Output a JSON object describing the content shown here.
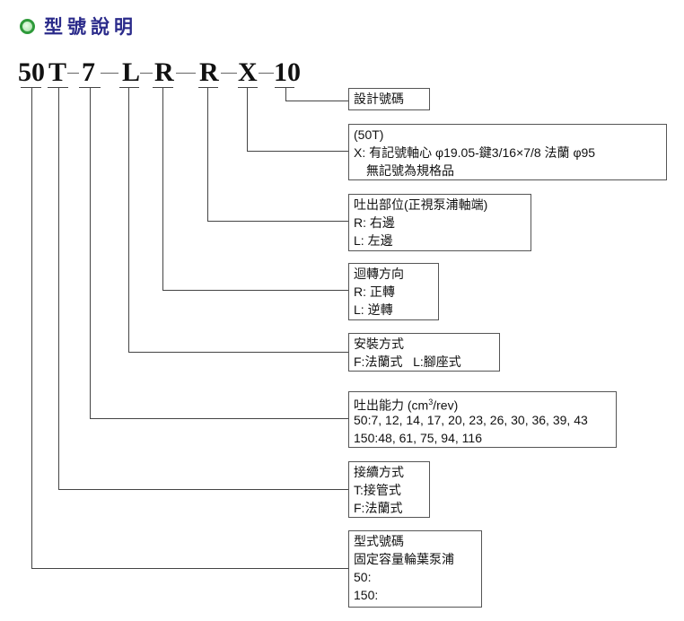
{
  "title": "型號說明",
  "code": {
    "parts": [
      "50",
      "T",
      "7",
      "L",
      "R",
      "R",
      "X",
      "10"
    ]
  },
  "boxes": {
    "design": {
      "lines": [
        "設計號碼"
      ]
    },
    "shaft": {
      "lines": [
        "(50T)",
        "X: 有記號軸心 φ19.05-鍵3/16×7/8 法蘭 φ95",
        "無記號為規格品"
      ]
    },
    "outlet": {
      "lines": [
        "吐出部位(正視泵浦軸端)",
        "R: 右邊",
        "L: 左邊"
      ]
    },
    "rotation": {
      "lines": [
        "迴轉方向",
        "R: 正轉",
        "L: 逆轉"
      ]
    },
    "mount": {
      "lines": [
        "安裝方式",
        "F:法蘭式   L:腳座式"
      ]
    },
    "capacity": {
      "heading": "吐出能力 (cm",
      "heading_sup": "3",
      "heading_tail": "/rev)",
      "lines": [
        "50:7, 12, 14, 17, 20, 23, 26, 30, 36, 39, 43",
        "150:48, 61, 75, 94, 116"
      ]
    },
    "connection": {
      "lines": [
        "接續方式",
        "T:接管式",
        "F:法蘭式"
      ]
    },
    "model": {
      "lines": [
        "型式號碼",
        "固定容量輪葉泵浦",
        "50:",
        "150:"
      ]
    }
  }
}
